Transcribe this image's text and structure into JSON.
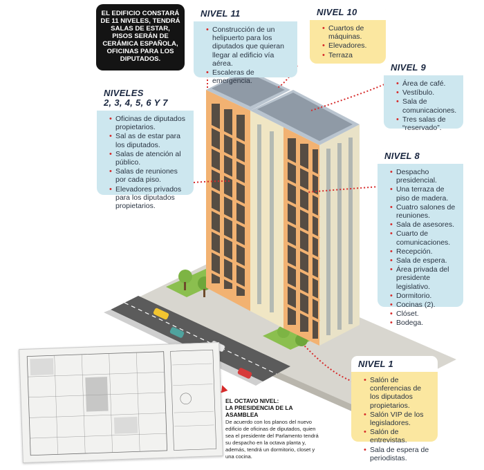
{
  "intro": "EL EDIFICIO CONSTARÁ DE 11 NIVELES, TENDRÁ SALAS DE ESTAR, PISOS SERÁN DE CERÁMICA ESPAÑOLA, OFICINAS PARA LOS DIPUTADOS.",
  "nivel11": {
    "title": "NIVEL 11",
    "items": [
      "Construcción de un helipuerto para los diputados que quieran llegar al edificio vía aérea.",
      "Escaleras de emergencia."
    ]
  },
  "nivel10": {
    "title": "NIVEL 10",
    "items": [
      "Cuartos de máquinas.",
      "Elevadores.",
      "Terraza"
    ]
  },
  "nivel9": {
    "title": "NIVEL 9",
    "items": [
      "Área de café.",
      "Vestíbulo.",
      "Sala de comunicaciones.",
      "Tres salas de “reservado”."
    ]
  },
  "niveles": {
    "title_line1": "NIVELES",
    "title_line2": "2, 3, 4, 5, 6 Y 7",
    "items": [
      "Oficinas de diputados propietarios.",
      "Sal as de estar para los diputados.",
      "Salas de atención al público.",
      "Salas de reuniones por cada piso.",
      "Elevadores privados para los diputados propietarios."
    ]
  },
  "nivel8": {
    "title": "NIVEL 8",
    "items": [
      "Despacho presidencial.",
      "Una terraza de piso de madera.",
      "Cuatro salones de reuniones.",
      "Sala de asesores.",
      "Cuarto de comunicaciones.",
      "Recepción.",
      "Sala de espera.",
      "Área privada del presidente legislativo.",
      "Dormitorio.",
      "Cocinas (2).",
      "Clóset.",
      "Bodega."
    ]
  },
  "nivel1": {
    "title": "NIVEL 1",
    "items": [
      "Salón de conferencias de los diputados propietarios.",
      "Salón VIP de los legisladores.",
      "Salón de entrevistas.",
      "Sala de espera de periodistas."
    ]
  },
  "caption": {
    "line1": "EL OCTAVO NIVEL:",
    "line2": "LA PRESIDENCIA DE LA ASAMBLEA",
    "body": "De acuerdo con los planos del nuevo edificio de oficinas de diputados, quien sea el presidente del Parlamento tendrá su despacho en la octava planta y, además, tendrá un dormitorio, closet y una cocina."
  },
  "colors": {
    "panel_blue": "#cde7ef",
    "panel_yellow": "#fbe7a0",
    "accent_red": "#d62a2a",
    "facade_orange": "#f2b272",
    "facade_cream": "#f0e6c4"
  }
}
